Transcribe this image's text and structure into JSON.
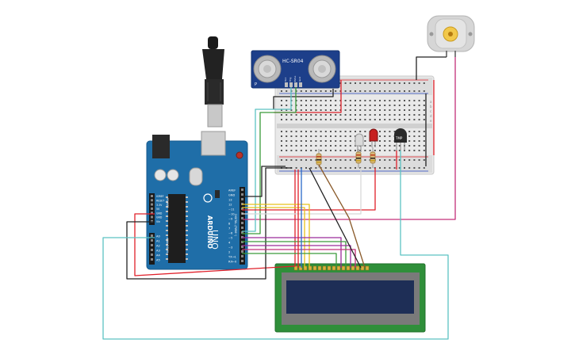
{
  "ultrasonic": {
    "model": "HC-SR04",
    "pins": [
      "Vcc",
      "Trig",
      "Echo",
      "Gnd"
    ],
    "brand": "P"
  },
  "arduino": {
    "model": "UNO",
    "brand": "ARDUINO",
    "power_header_label": "POWER",
    "analog_header_label": "ANALOG IN",
    "digital_header_label": "DIGITAL (PWM~)",
    "power_pins": [
      "IOREF",
      "RESET",
      "3.3V",
      "5V",
      "GND",
      "GND",
      "Vin"
    ],
    "analog_pins": [
      "A0",
      "A1",
      "A2",
      "A3",
      "A4",
      "A5"
    ],
    "digital_pins": [
      "AREF",
      "GND",
      "13",
      "12",
      "~11",
      "~10",
      "~9",
      "8",
      "7",
      "~6",
      "~5",
      "4",
      "~3",
      "2",
      "TX→1",
      "RX←0"
    ]
  },
  "transistor": {
    "label": "TMP"
  },
  "breadboard": {
    "row_letters": [
      "a",
      "b",
      "c",
      "d",
      "e"
    ]
  },
  "colors": {
    "wire_red": "#e0202a",
    "wire_black": "#222222",
    "wire_green": "#3a9a3a",
    "wire_yellow": "#e8c21a",
    "wire_purple": "#9a2a9a",
    "wire_magenta": "#c4307a",
    "wire_teal": "#5cc2c2",
    "wire_brown": "#8a5a2a",
    "wire_blue": "#2a6ac8",
    "arduino_board": "#1f6ea8",
    "lcd_board": "#2f8f3a",
    "lcd_screen": "#1e2e56",
    "sensor_board": "#1d3f8a"
  }
}
